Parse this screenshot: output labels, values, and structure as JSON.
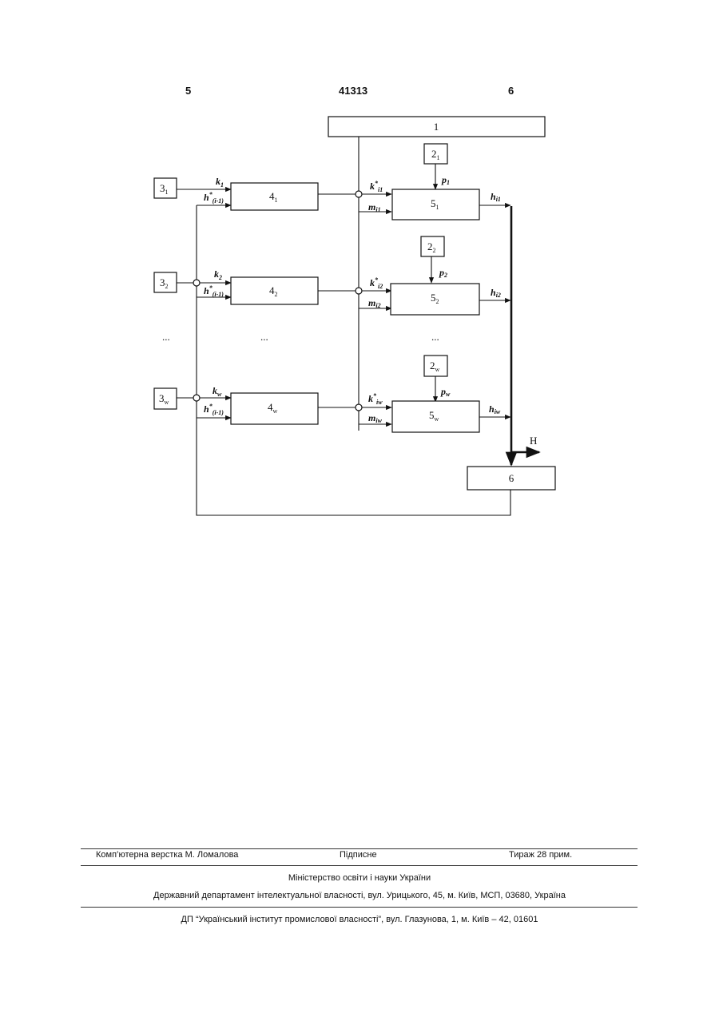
{
  "header": {
    "left_page": "5",
    "patent_number": "41313",
    "right_page": "6"
  },
  "diagram": {
    "blocks": {
      "b1": "1",
      "b2_1": {
        "main": "2",
        "sub": "1"
      },
      "b2_2": {
        "main": "2",
        "sub": "2"
      },
      "b2_w": {
        "main": "2",
        "sub": "w"
      },
      "b3_1": {
        "main": "3",
        "sub": "1"
      },
      "b3_2": {
        "main": "3",
        "sub": "2"
      },
      "b3_w": {
        "main": "3",
        "sub": "w"
      },
      "b4_1": {
        "main": "4",
        "sub": "1"
      },
      "b4_2": {
        "main": "4",
        "sub": "2"
      },
      "b4_w": {
        "main": "4",
        "sub": "w"
      },
      "b5_1": {
        "main": "5",
        "sub": "1"
      },
      "b5_2": {
        "main": "5",
        "sub": "2"
      },
      "b5_w": {
        "main": "5",
        "sub": "w"
      },
      "b6": "6"
    },
    "signals": {
      "k1": {
        "main": "k",
        "sub": "1"
      },
      "h_prev_1": {
        "main": "h",
        "sup": "*",
        "sub": "(i-1)"
      },
      "k2": {
        "main": "k",
        "sub": "2"
      },
      "h_prev_2": {
        "main": "h",
        "sup": "*",
        "sub": "(i-1)"
      },
      "kw": {
        "main": "k",
        "sub": "w"
      },
      "h_prev_w": {
        "main": "h",
        "sup": "*",
        "sub": "(i-1)"
      },
      "ks_i1": {
        "main": "k",
        "sup": "*",
        "sub": "i1"
      },
      "ks_i2": {
        "main": "k",
        "sup": "*",
        "sub": "i2"
      },
      "ks_iw": {
        "main": "k",
        "sup": "*",
        "sub": "iw"
      },
      "m_i1": {
        "main": "m",
        "sub": "i1"
      },
      "m_i2": {
        "main": "m",
        "sub": "i2"
      },
      "m_iw": {
        "main": "m",
        "sub": "iw"
      },
      "p1": {
        "main": "p",
        "sub": "1"
      },
      "p2": {
        "main": "p",
        "sub": "2"
      },
      "pw": {
        "main": "p",
        "sub": "w"
      },
      "h_i1": {
        "main": "h",
        "sub": "i1"
      },
      "h_i2": {
        "main": "h",
        "sub": "i2"
      },
      "h_iw": {
        "main": "h",
        "sub": "iw"
      },
      "H": "H"
    },
    "ellipsis": "..."
  },
  "footer": {
    "typesetting": "Комп’ютерна верстка М. Ломалова",
    "signed": "Підписне",
    "circulation": "Тираж 28 прим.",
    "ministry": "Міністерство освіти і науки України",
    "department": "Державний департамент інтелектуальної власності, вул. Урицького, 45, м. Київ, МСП, 03680, Україна",
    "institute": "ДП “Український інститут промислової власності”, вул. Глазунова, 1, м. Київ – 42, 01601"
  }
}
